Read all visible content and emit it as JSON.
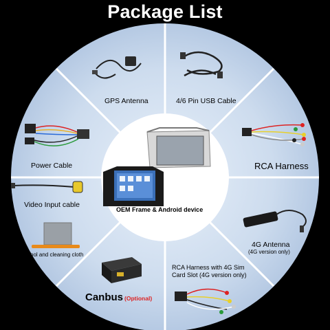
{
  "title": "Package List",
  "items": {
    "gps_antenna": "GPS Antenna",
    "usb_cable": "4/6 Pin USB Cable",
    "power_cable": "Power Cable",
    "rca_harness": "RCA Harness",
    "video_input": "Video Input cable",
    "antenna_4g": "4G Antenna",
    "antenna_4g_note": "(4G version only)",
    "tool_cloth": "Tool and cleaning cloth",
    "rca_sim_line1": "RCA Harness with 4G Sim",
    "rca_sim_line2": "Card Slot (4G version only)",
    "canbus": "Canbus",
    "canbus_optional": "(Optional)",
    "center": "OEM Frame & Android device"
  },
  "colors": {
    "background": "#000000",
    "wheel": "#c9d9ec",
    "divider": "#ffffff",
    "optional": "#dd2222"
  }
}
